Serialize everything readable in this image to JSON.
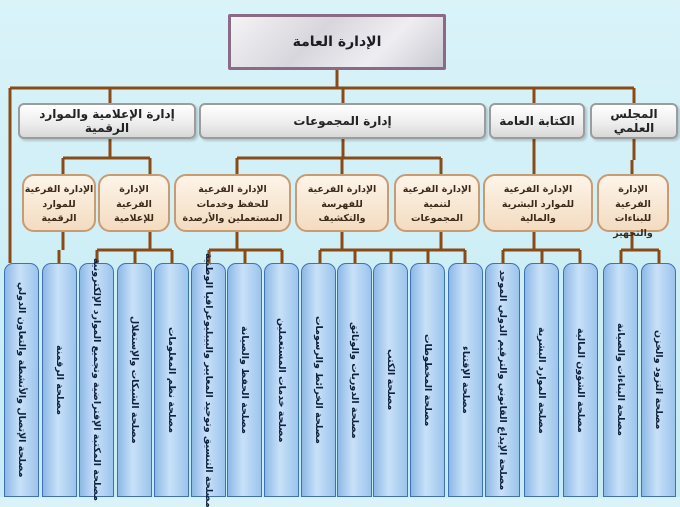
{
  "root": {
    "label": "الإدارة العامة"
  },
  "departments": [
    {
      "label": "المجلس العلمي"
    },
    {
      "label": "الكتابة العامة"
    },
    {
      "label": "إدارة المجموعات"
    },
    {
      "label": "إدارة الإعلامية والموارد الرقمية"
    }
  ],
  "sub_departments": [
    {
      "line1": "الإدارة الفرعية",
      "line2": "للبناءات والتجهيز"
    },
    {
      "line1": "الإدارة الفرعية",
      "line2": "للموارد البشرية والمالية"
    },
    {
      "line1": "الإدارة الفرعية",
      "line2": "لتنمية المجموعات"
    },
    {
      "line1": "الإدارة الفرعية",
      "line2": "للفهرسة والتكشيف"
    },
    {
      "line1": "الإدارة الفرعية",
      "line2": "للحفظ وخدمات المستعملين والأرصدة"
    },
    {
      "line1": "الإدارة الفرعية",
      "line2": "للإعلامية"
    },
    {
      "line1": "الإدارة الفرعية",
      "line2": "للموارد الرقمية"
    }
  ],
  "units": [
    {
      "label": "مصلحة التزود والخزن"
    },
    {
      "label": "مصلحة البناءات والصيانة"
    },
    {
      "label": "مصلحة الشؤون المالية"
    },
    {
      "label": "مصلحة الموارد البشرية"
    },
    {
      "label": "مصلحة الإيداع القانوني والترقيم الدولي الموحد"
    },
    {
      "label": "مصلحة الإقتناء"
    },
    {
      "label": "مصلحة المخطوطات"
    },
    {
      "label": "مصلحة الكتب"
    },
    {
      "label": "مصلحة الدوريات والوثائق"
    },
    {
      "label": "مصلحة الخرائط والرسومات"
    },
    {
      "label": "مصلحة خدمات المستعملين"
    },
    {
      "label": "مصلحة الحفظ والصيانة"
    },
    {
      "label": "مصلحة التنسيق وتوحيد المعايير والبيبليوغرافيا الوطنية"
    },
    {
      "label": "مصلحة نظم المعلومات"
    },
    {
      "label": "مصلحة الشبكات والإستغلال"
    },
    {
      "label": "مصلحة المكتبة الإفتراضية وتجميع الموارد الإلكترونية"
    },
    {
      "label": "مصلحة الرقمنة"
    },
    {
      "label": "مصلحة الإتصال والأنشطة والتعاون الدولي"
    }
  ]
}
